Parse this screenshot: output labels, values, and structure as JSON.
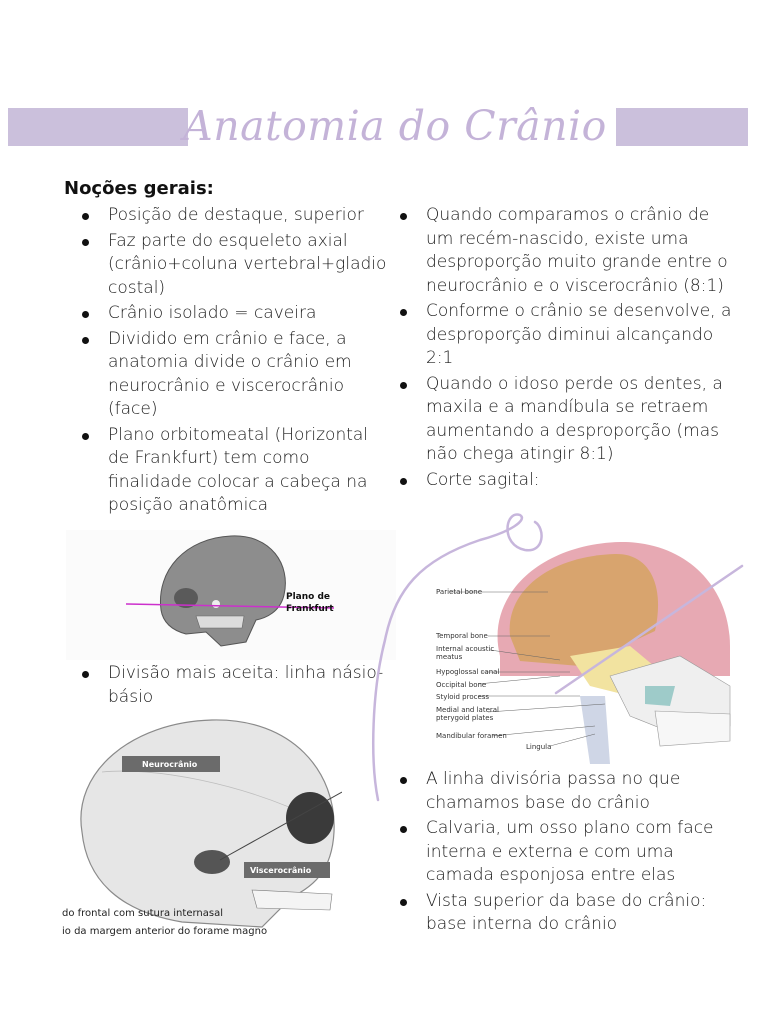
{
  "title": "Anatomia do Crânio",
  "colors": {
    "accent": "#cbc0dc",
    "title_text": "#c4b3d8",
    "annotation_stroke": "#c7b6dc"
  },
  "section_heading": "Noções gerais:",
  "left_bullets": [
    "Posição de destaque, superior",
    "Faz parte do esqueleto axial (crânio+coluna vertebral+gladio costal)",
    "Crânio isolado = caveira",
    "Dividido em crânio e face, a anatomia divide o crânio em neurocrânio e viscerocrânio (face)",
    "Plano orbitomeatal (Horizontal de Frankfurt) tem como finalidade colocar a cabeça na posição anatômica"
  ],
  "right_bullets": [
    "Quando comparamos o crânio de um recém-nascido, existe uma desproporção muito grande entre o neurocrânio e o viscerocrânio (8:1)",
    "Conforme o crânio se desenvolve, a desproporção diminui alcançando 2:1",
    "Quando o idoso perde os dentes, a maxila e a mandíbula se retraem aumentando a desproporção (mas não chega atingir 8:1)",
    " Corte sagital:"
  ],
  "left_bullets_2": [
    "Divisão mais aceita: linha násio-básio"
  ],
  "right_bullets_2": [
    "A linha divisória passa no que chamamos base do crânio",
    "Calvaria, um osso plano com face interna e externa e com uma camada esponjosa entre elas",
    "Vista superior da base do crânio: base interna do crânio"
  ],
  "figure_frankfurt": {
    "label_line1": "Plano de",
    "label_line2": "Frankfurt"
  },
  "figure_sagittal": {
    "labels": [
      "Parietal bone",
      "Temporal bone",
      "Internal acoustic",
      "meatus",
      "Hypoglossal canal",
      "Occipital bone",
      "Styloid process",
      "Medial and lateral",
      "pterygoid plates",
      "Mandibular foramen",
      "Lingula"
    ]
  },
  "figure_division": {
    "label_neuro": "Neurocrânio",
    "label_viscero": "Viscerocrânio",
    "caption_1": "do frontal com sutura internasal",
    "caption_2": "io da margem anterior do forame magno"
  }
}
